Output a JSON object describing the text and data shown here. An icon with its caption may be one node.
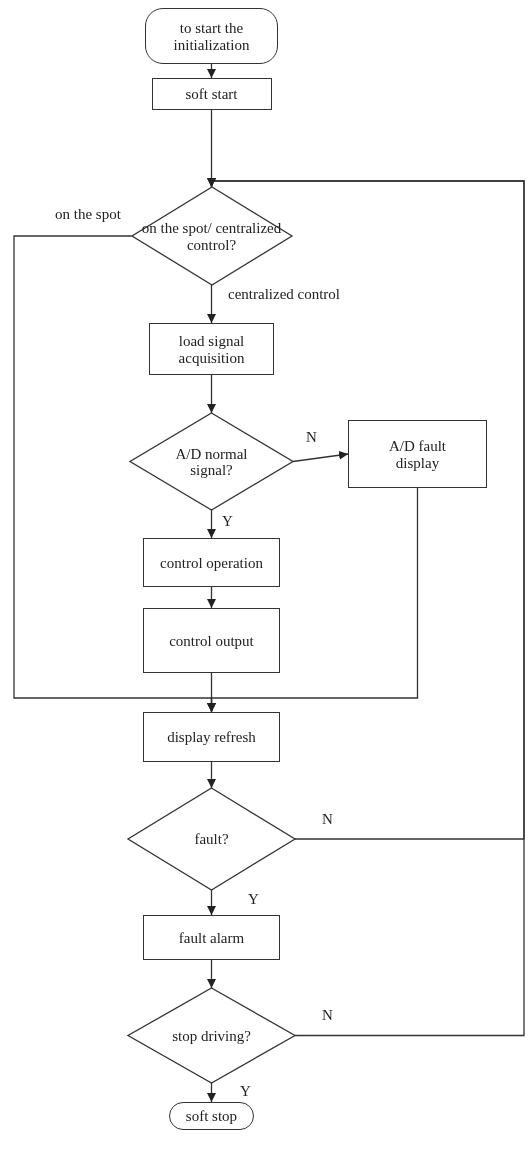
{
  "diagram": {
    "nodes": [
      {
        "text": [
          "to start the initialization"
        ]
      },
      {
        "text": [
          "soft start"
        ]
      },
      {
        "text": [
          "on the spot/ centralized control?"
        ]
      },
      {
        "text": [
          "load signal acquisition"
        ]
      },
      {
        "text": [
          "A/D normal signal?"
        ]
      },
      {
        "text": [
          "A/D fault display"
        ]
      },
      {
        "text": [
          "control operation"
        ]
      },
      {
        "text": [
          "control output"
        ]
      },
      {
        "text": [
          "display refresh"
        ]
      },
      {
        "text": [
          "fault?"
        ]
      },
      {
        "text": [
          "fault alarm"
        ]
      },
      {
        "text": [
          "stop driving?"
        ]
      },
      {
        "text": [
          "soft stop"
        ]
      }
    ],
    "edges": [
      {
        "from": 0,
        "to": 1,
        "arrow": "to"
      },
      {
        "from": 1,
        "to": 2,
        "arrow": "to"
      },
      {
        "from": 2,
        "to": 3,
        "arrow": "to",
        "label": "centralized control"
      },
      {
        "from": 2,
        "to": 8,
        "arrow": "to",
        "label": "on the spot"
      },
      {
        "from": 3,
        "to": 4,
        "arrow": "to"
      },
      {
        "from": 4,
        "to": 5,
        "arrow": "to",
        "label": "N"
      },
      {
        "from": 4,
        "to": 6,
        "arrow": "to",
        "label": "Y"
      },
      {
        "from": 6,
        "to": 7,
        "arrow": "to"
      },
      {
        "from": 7,
        "to": 8,
        "arrow": "to"
      },
      {
        "from": 5,
        "to": 8,
        "arrow": "to"
      },
      {
        "from": 8,
        "to": 9,
        "arrow": "to"
      },
      {
        "from": 9,
        "to": 2,
        "arrow": "to",
        "label": "N"
      },
      {
        "from": 9,
        "to": 10,
        "arrow": "to",
        "label": "Y"
      },
      {
        "from": 10,
        "to": 11,
        "arrow": "to"
      },
      {
        "from": 11,
        "to": 2,
        "arrow": "to",
        "label": "N"
      },
      {
        "from": 11,
        "to": 12,
        "arrow": "to",
        "label": "Y"
      }
    ]
  }
}
